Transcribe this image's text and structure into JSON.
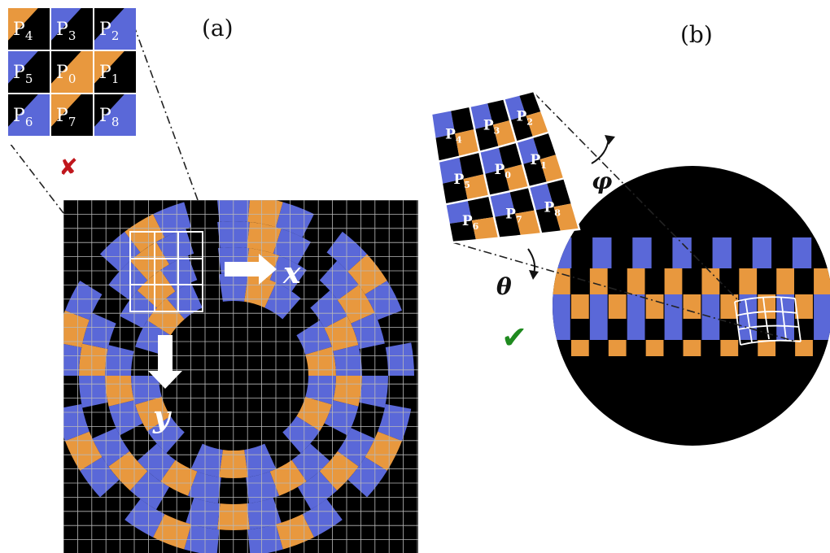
{
  "panels": {
    "a": {
      "label": "(a)"
    },
    "b": {
      "label": "(b)"
    }
  },
  "inset_a": {
    "rows": [
      [
        {
          "base": "P",
          "sub": "4"
        },
        {
          "base": "P",
          "sub": "3"
        },
        {
          "base": "P",
          "sub": "2"
        }
      ],
      [
        {
          "base": "P",
          "sub": "5"
        },
        {
          "base": "P",
          "sub": "0"
        },
        {
          "base": "P",
          "sub": "1"
        }
      ],
      [
        {
          "base": "P",
          "sub": "6"
        },
        {
          "base": "P",
          "sub": "7"
        },
        {
          "base": "P",
          "sub": "8"
        }
      ]
    ],
    "mark": "✘"
  },
  "inset_b": {
    "rows": [
      [
        {
          "base": "P",
          "sub": "4"
        },
        {
          "base": "P",
          "sub": "3"
        },
        {
          "base": "P",
          "sub": "2"
        }
      ],
      [
        {
          "base": "P",
          "sub": "5"
        },
        {
          "base": "P",
          "sub": "0"
        },
        {
          "base": "P",
          "sub": "1"
        }
      ],
      [
        {
          "base": "P",
          "sub": "6"
        },
        {
          "base": "P",
          "sub": "7"
        },
        {
          "base": "P",
          "sub": "8"
        }
      ]
    ],
    "mark": "✔"
  },
  "axes": {
    "x": "x",
    "y": "y"
  },
  "angles": {
    "phi": "φ",
    "theta": "θ"
  },
  "colors": {
    "orange": "#e8983e",
    "blue": "#5a68d8",
    "black": "#000000",
    "grid": "#b9b9b9",
    "cross": "#c0161c",
    "check": "#1f8a1f"
  }
}
